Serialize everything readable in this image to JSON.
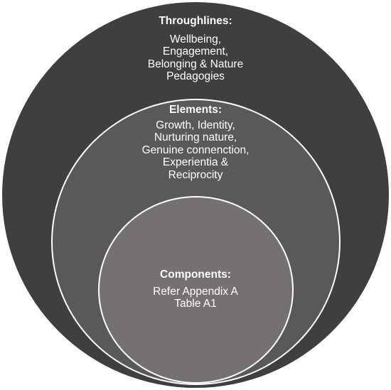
{
  "diagram": {
    "rings": [
      {
        "id": "outer",
        "heading": "Throughlines:",
        "lines": [
          "Wellbeing,",
          "Engagement,",
          "Belonging & Nature",
          "Pedagogies"
        ],
        "color": "#3f3f3f"
      },
      {
        "id": "middle",
        "heading": "Elements:",
        "lines": [
          "Growth, Identity,",
          "Nurturing nature,",
          "Genuine connenction,",
          "Experientia &",
          "Reciprocity"
        ],
        "color": "#595959"
      },
      {
        "id": "inner",
        "heading": "Components:",
        "lines": [
          "Refer Appendix A",
          "Table A1"
        ],
        "color": "#767171"
      }
    ]
  }
}
